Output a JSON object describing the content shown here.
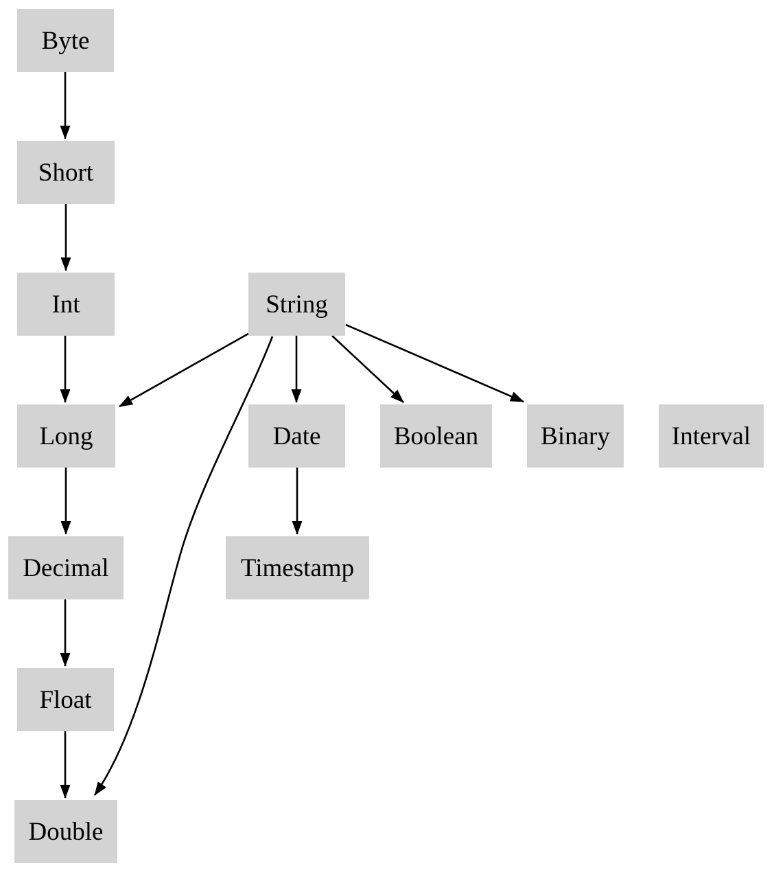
{
  "diagram": {
    "type": "directed-graph",
    "description": "Type promotion hierarchy diagram",
    "colors": {
      "background": "#ffffff",
      "node_fill": "#d3d3d3",
      "node_text": "#000000",
      "edge_color": "#000000"
    },
    "nodes": [
      {
        "id": "byte",
        "label": "Byte"
      },
      {
        "id": "short",
        "label": "Short"
      },
      {
        "id": "int",
        "label": "Int"
      },
      {
        "id": "string",
        "label": "String"
      },
      {
        "id": "long",
        "label": "Long"
      },
      {
        "id": "date",
        "label": "Date"
      },
      {
        "id": "boolean",
        "label": "Boolean"
      },
      {
        "id": "binary",
        "label": "Binary"
      },
      {
        "id": "interval",
        "label": "Interval"
      },
      {
        "id": "decimal",
        "label": "Decimal"
      },
      {
        "id": "timestamp",
        "label": "Timestamp"
      },
      {
        "id": "float",
        "label": "Float"
      },
      {
        "id": "double",
        "label": "Double"
      }
    ],
    "edges": [
      {
        "from": "Byte",
        "to": "Short"
      },
      {
        "from": "Short",
        "to": "Int"
      },
      {
        "from": "Int",
        "to": "Long"
      },
      {
        "from": "Long",
        "to": "Decimal"
      },
      {
        "from": "Decimal",
        "to": "Float"
      },
      {
        "from": "Float",
        "to": "Double"
      },
      {
        "from": "String",
        "to": "Long"
      },
      {
        "from": "String",
        "to": "Date"
      },
      {
        "from": "String",
        "to": "Boolean"
      },
      {
        "from": "String",
        "to": "Binary"
      },
      {
        "from": "String",
        "to": "Double"
      },
      {
        "from": "Date",
        "to": "Timestamp"
      }
    ]
  }
}
